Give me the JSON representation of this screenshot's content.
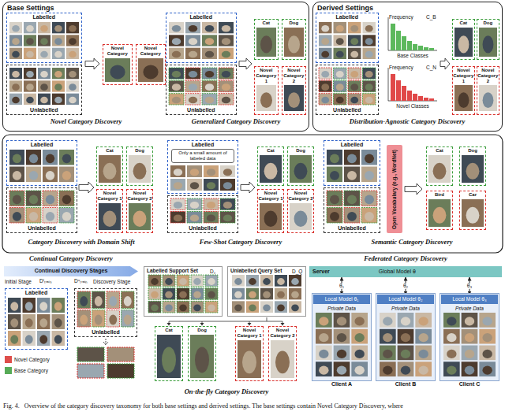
{
  "diagram": {
    "caption": "Fig. 4.   Overview of the category discovery taxonomy for both base settings and derived settings. The base settings contain Novel Category Discovery, where",
    "nodes": [
      {
        "text": [
          "Base Settings"
        ]
      },
      {
        "text": [
          "Labelled"
        ],
        "in": 0
      },
      {
        "text": [
          "Unlabelled"
        ],
        "in": 0
      },
      {
        "text": [
          "Novel Category"
        ],
        "in": 0
      },
      {
        "text": [
          "Novel Category"
        ],
        "in": 0
      },
      {
        "text": [
          "Labelled"
        ],
        "in": 0
      },
      {
        "text": [
          "Unlabelled"
        ],
        "in": 0
      },
      {
        "text": [
          "Cat"
        ],
        "in": 0
      },
      {
        "text": [
          "Dog"
        ],
        "in": 0
      },
      {
        "text": [
          "Novel Category 1"
        ],
        "in": 0
      },
      {
        "text": [
          "Novel Category 2"
        ],
        "in": 0
      },
      {
        "text": [
          "Derived Settings"
        ]
      },
      {
        "text": [
          "Labelled"
        ],
        "in": 11
      },
      {
        "text": [
          "Unlabelled"
        ],
        "in": 11
      },
      {
        "text": [
          "Cat"
        ],
        "in": 11
      },
      {
        "text": [
          "Dog"
        ],
        "in": 11
      },
      {
        "text": [
          "Novel Category 1"
        ],
        "in": 11
      },
      {
        "text": [
          "Novel Category 2"
        ],
        "in": 11
      },
      {
        "text": [
          "Labelled"
        ]
      },
      {
        "text": [
          "Unlabelled"
        ]
      },
      {
        "text": [
          "Cat"
        ]
      },
      {
        "text": [
          "Dog"
        ]
      },
      {
        "text": [
          "Novel Category 1"
        ]
      },
      {
        "text": [
          "Novel Category 2"
        ]
      },
      {
        "text": [
          "Labelled",
          "Only a small amount of labeled data"
        ]
      },
      {
        "text": [
          "Unlabelled"
        ]
      },
      {
        "text": [
          "Cat"
        ]
      },
      {
        "text": [
          "Dog"
        ]
      },
      {
        "text": [
          "Novel Category 1"
        ]
      },
      {
        "text": [
          "Novel Category 2"
        ]
      },
      {
        "text": [
          "Labelled"
        ]
      },
      {
        "text": [
          "Unlabelled"
        ]
      },
      {
        "text": [
          "Open Vocabulary (e.g., WordNet)"
        ]
      },
      {
        "text": [
          "Cat"
        ]
      },
      {
        "text": [
          "Dog"
        ]
      },
      {
        "text": [
          "Bird"
        ]
      },
      {
        "text": [
          "Car"
        ]
      },
      {
        "text": [
          "Continual Discovery Stages"
        ]
      },
      {
        "text": [
          "Labelled"
        ]
      },
      {
        "text": [
          "Unlabelled"
        ]
      },
      {
        "text": [
          "Labelled Support Set"
        ]
      },
      {
        "text": [
          "Unlabelled Query Set"
        ]
      },
      {
        "text": [
          "Cat"
        ]
      },
      {
        "text": [
          "Dog"
        ]
      },
      {
        "text": [
          "Novel Category 1"
        ]
      },
      {
        "text": [
          "Novel Category 2"
        ]
      },
      {
        "text": [
          "Server",
          "Global Model θ"
        ]
      },
      {
        "text": [
          "Private Data",
          "Client A"
        ]
      },
      {
        "text": [
          "Local Model θ₁"
        ],
        "in": 47
      },
      {
        "text": [
          "Private Data",
          "Client B"
        ]
      },
      {
        "text": [
          "Local Model θ₂"
        ],
        "in": 49
      },
      {
        "text": [
          "Private Data",
          "Client C"
        ]
      },
      {
        "text": [
          "Local Model θ₃"
        ],
        "in": 51
      }
    ],
    "edges": [
      {
        "from": 46,
        "to": 48,
        "arrow": "both",
        "label": "θ₁"
      },
      {
        "from": 46,
        "to": 50,
        "arrow": "both",
        "label": "θ₂"
      },
      {
        "from": 46,
        "to": 52,
        "arrow": "both",
        "label": "θ₃"
      }
    ],
    "labels": [
      "Novel Category Discovery",
      "Generalized Category Discovery",
      "Distribution-Agnostic Category Discovery",
      "Frequency",
      "C_B",
      "Base Classes",
      "Frequency",
      "C_N",
      "Novel Classes",
      "Category Discovery with Domain Shift",
      "Few-Shot Category Discovery",
      "Semantic Category Discovery",
      "Continual Category Discovery",
      "Initial Stage",
      "Dˡₜᵣₐᵢₙ",
      "Dᵘₜᵣₐᵢₙ",
      "Discovery Stage",
      "Dₛ",
      "D_Q",
      "On-the-fly Category Discovery",
      "Federated Category Discovery"
    ],
    "legend": [
      {
        "text": "Novel Category",
        "color": "#d9302c"
      },
      {
        "text": "Base Category",
        "color": "#3a9d3a"
      }
    ]
  }
}
